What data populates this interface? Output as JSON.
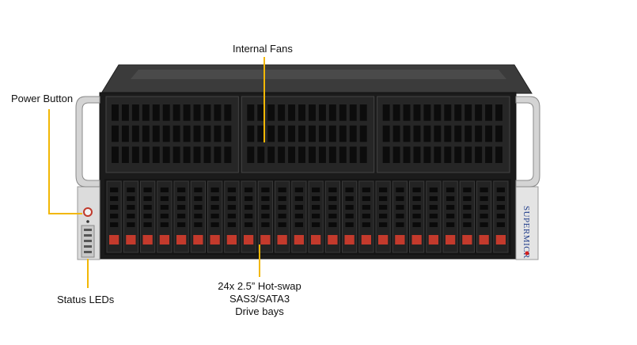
{
  "callouts": {
    "internal_fans": "Internal Fans",
    "power_button": "Power Button",
    "status_leds": "Status LEDs",
    "drive_bays": [
      "24x 2.5” Hot-swap",
      "SAS3/SATA3",
      "Drive bays"
    ]
  },
  "brand": {
    "name": "SUPERMICR"
  },
  "colors": {
    "callout_line": "#f2b705",
    "chassis_dark": "#1e1e1e",
    "chassis_top": "#3a3a3a",
    "handle": "#d8d8d8",
    "drive_latch": "#c43a2c",
    "brand_dot": "#d11f1f"
  },
  "drive_count": 24,
  "fan_module_count": 3
}
